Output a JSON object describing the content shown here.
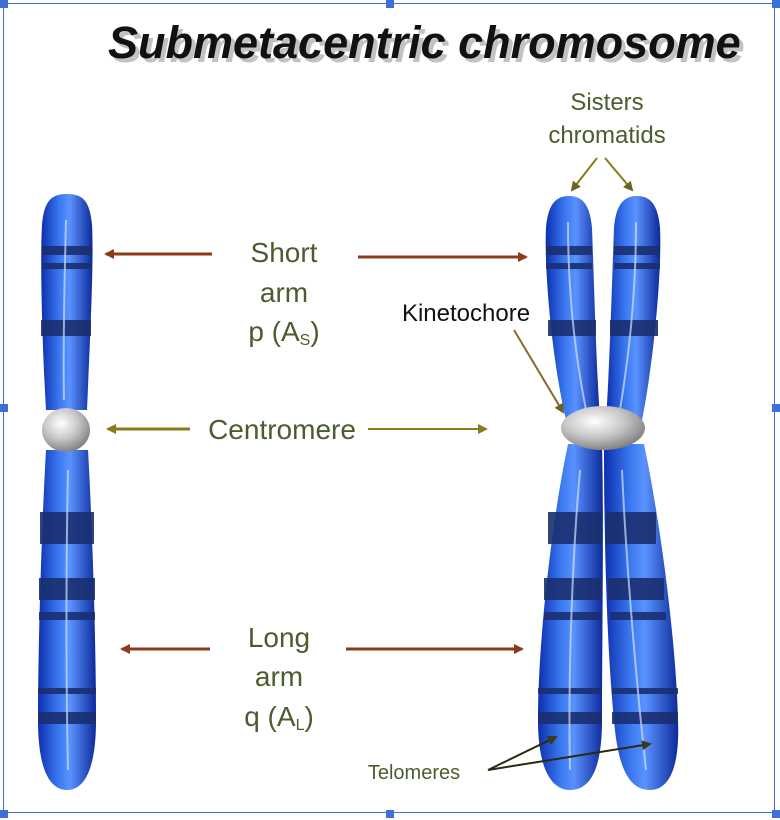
{
  "title": "Submetacentric chromosome",
  "labels": {
    "sisters_line1": "Sisters",
    "sisters_line2": "chromatids",
    "short_arm_line1": "Short",
    "short_arm_line2": "arm",
    "short_arm_line3_prefix": "p (A",
    "short_arm_sub": "S",
    "short_arm_suffix": ")",
    "kinetochore": "Kinetochore",
    "centromere": "Centromere",
    "long_arm_line1": "Long",
    "long_arm_line2": "arm",
    "long_arm_line3_prefix": "q (A",
    "long_arm_sub": "L",
    "long_arm_suffix": ")",
    "telomeres": "Telomeres"
  },
  "colors": {
    "label_text": "#4b5d2e",
    "brown_arrow": "#8b3a1a",
    "olive_arrow": "#8a7a1a",
    "chromatid_blue": "#2a5ee0",
    "band_dark": "#1a2f70",
    "centromere_gray": "#b8b8b8",
    "frame_blue": "#3f6fd8"
  }
}
